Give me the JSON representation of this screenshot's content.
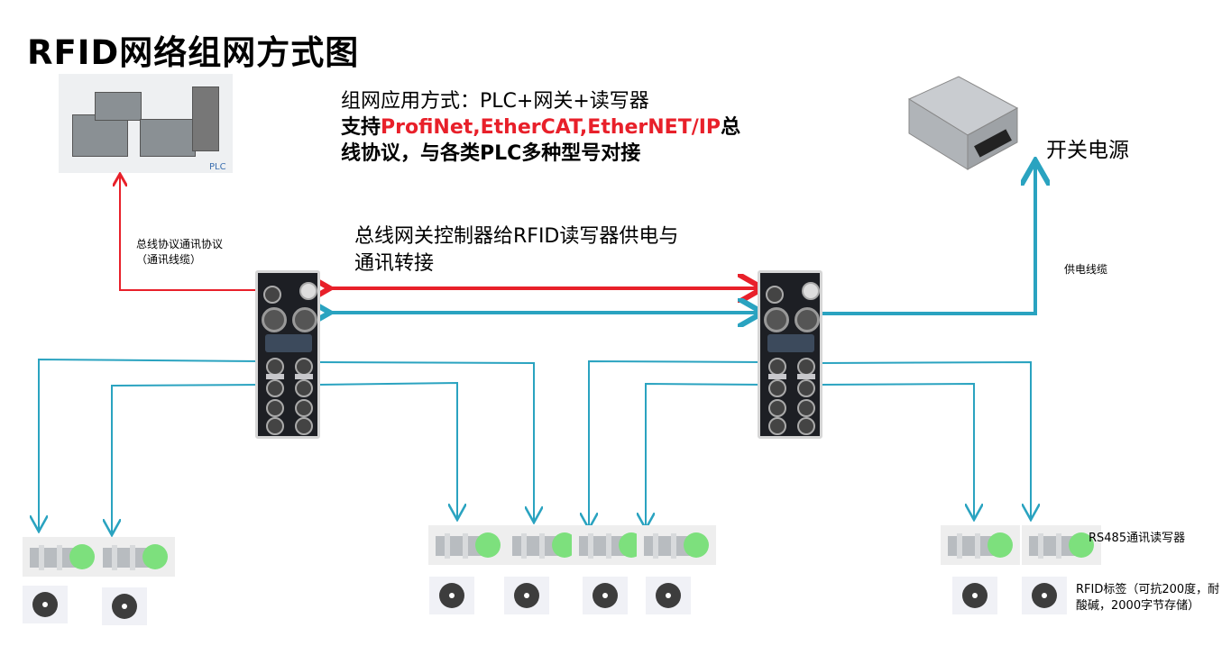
{
  "title": "RFID网络组网方式图",
  "plc": {
    "label": "PLC"
  },
  "description": {
    "line1": "组网应用方式：PLC+网关+读写器",
    "line2_prefix": "支持",
    "line2_protocols": "ProfiNet,EtherCAT,EtherNET/IP",
    "line2_suffix": "总",
    "line3": "线协议，与各类PLC多种型号对接"
  },
  "power_supply": {
    "label": "开关电源"
  },
  "gateway_text": {
    "line1": "总线网关控制器给RFID读写器供电与",
    "line2": "通讯转接"
  },
  "bus_cable_text": "总线协议通讯协议（通讯线缆）",
  "power_cable_text": "供电线缆",
  "reader_text": "RS485通讯读写器",
  "tag_text": "RFID标签（可抗200度，耐酸碱，2000字节存储）",
  "colors": {
    "red": "#e8202a",
    "teal": "#2aa3c0"
  }
}
